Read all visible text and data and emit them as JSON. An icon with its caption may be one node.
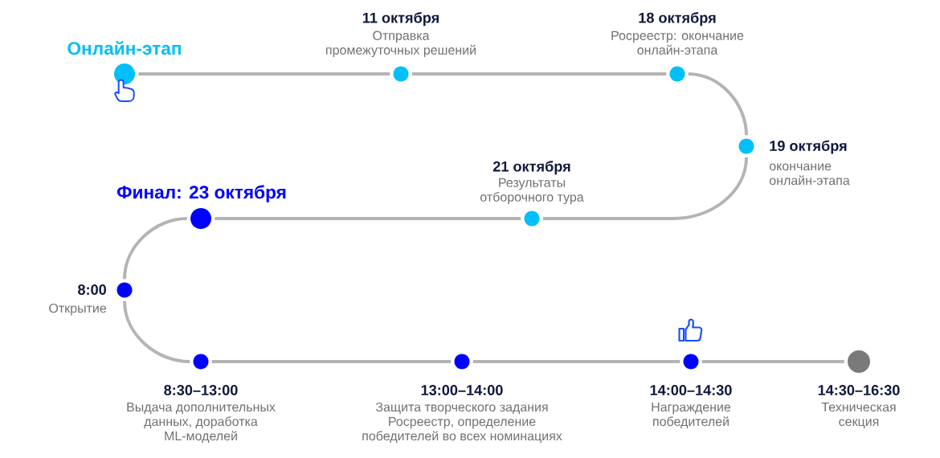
{
  "diagram": {
    "nodes": [
      {
        "text": [],
        "shape": "circle",
        "beside": [
          "Онлайн-этап"
        ]
      },
      {
        "text": [],
        "shape": "circle",
        "beside": [
          "11 октября",
          "Отправка промежуточных решений"
        ]
      },
      {
        "text": [],
        "shape": "circle",
        "beside": [
          "18 октября",
          "Росреестр: окончание онлайн-этапа"
        ]
      },
      {
        "text": [],
        "shape": "circle",
        "beside": [
          "19 октября",
          "окончание онлайн-этапа"
        ]
      },
      {
        "text": [],
        "shape": "circle",
        "beside": [
          "21 октября",
          "Результаты отборочного тура"
        ]
      },
      {
        "text": [],
        "shape": "circle",
        "beside": [
          "Финал: 23 октября"
        ]
      },
      {
        "text": [],
        "shape": "circle",
        "beside": [
          "8:00",
          "Открытие"
        ]
      },
      {
        "text": [],
        "shape": "circle",
        "beside": [
          "8:30–13:00",
          "Выдача дополнительных данных, доработка ML-моделей"
        ]
      },
      {
        "text": [],
        "shape": "circle",
        "beside": [
          "13:00–14:00",
          "Защита творческого задания Росреестр, определение победителей во всех номинациях"
        ]
      },
      {
        "text": [],
        "shape": "circle",
        "beside": [
          "14:00–14:30",
          "Награждение победителей"
        ]
      },
      {
        "text": [],
        "shape": "circle",
        "beside": [
          "14:30–16:30",
          "Техническая секция"
        ]
      }
    ],
    "edges": [
      {
        "from": 0,
        "to": 1,
        "arrow": "none"
      },
      {
        "from": 1,
        "to": 2,
        "arrow": "none"
      },
      {
        "from": 2,
        "to": 3,
        "arrow": "none"
      },
      {
        "from": 3,
        "to": 4,
        "arrow": "none"
      },
      {
        "from": 4,
        "to": 5,
        "arrow": "none"
      },
      {
        "from": 5,
        "to": 6,
        "arrow": "none"
      },
      {
        "from": 6,
        "to": 7,
        "arrow": "none"
      },
      {
        "from": 7,
        "to": 8,
        "arrow": "none"
      },
      {
        "from": 8,
        "to": 9,
        "arrow": "none"
      },
      {
        "from": 9,
        "to": 10,
        "arrow": "none"
      }
    ]
  }
}
